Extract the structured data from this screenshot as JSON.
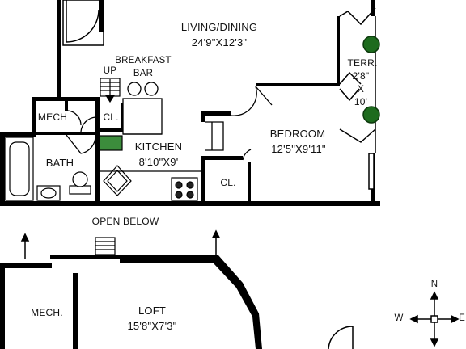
{
  "rooms": {
    "living": {
      "name": "LIVING/DINING",
      "dims": "24'9\"X12'3\""
    },
    "bedroom": {
      "name": "BEDROOM",
      "dims": "12'5\"X9'11\""
    },
    "kitchen": {
      "name": "KITCHEN",
      "dims": "8'10\"X9'"
    },
    "bath": {
      "name": "BATH"
    },
    "mech_upper": {
      "name": "MECH"
    },
    "closet_upper": {
      "name": "CL."
    },
    "closet_bedroom": {
      "name": "CL."
    },
    "breakfast_bar": {
      "line1": "BREAKFAST",
      "line2": "BAR"
    },
    "terrace": {
      "line1": "TERR.",
      "line2": "2'8\"",
      "line3": "X",
      "line4": "10'"
    },
    "loft": {
      "name": "LOFT",
      "dims": "15'8\"X7'3\""
    },
    "mech_lower": {
      "name": "MECH."
    }
  },
  "labels": {
    "up": "UP",
    "open_below": "OPEN BELOW"
  },
  "compass": {
    "n": "N",
    "w": "W",
    "e": "E"
  },
  "colors": {
    "wall": "#000000",
    "plant": "#1d6b1d",
    "tile": "#3c8c3c",
    "range_burner": "#222222"
  }
}
